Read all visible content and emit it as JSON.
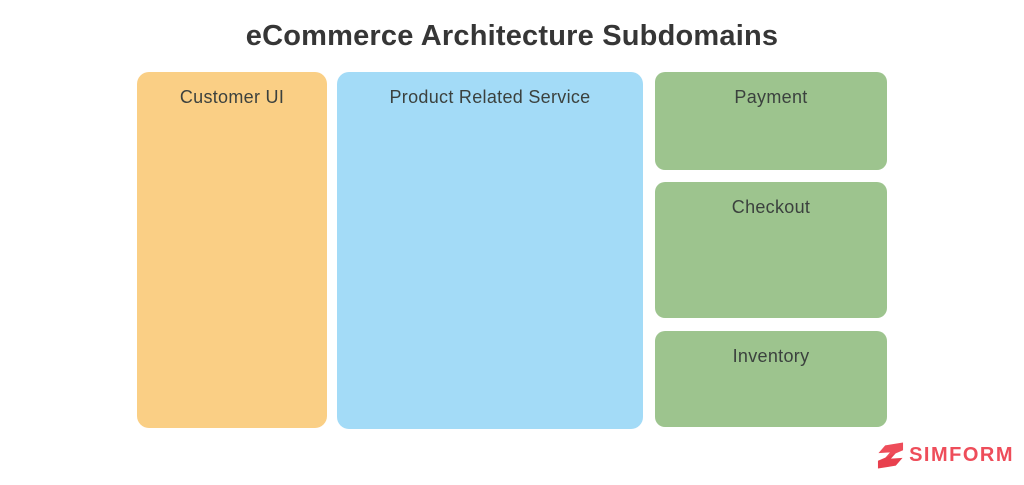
{
  "title": "eCommerce Architecture Subdomains",
  "diagram": {
    "blocks": [
      {
        "id": "customer-ui",
        "label": "Customer UI",
        "color": "#FACF85"
      },
      {
        "id": "product-related-service",
        "label": "Product Related Service",
        "color": "#A3DBF7"
      },
      {
        "id": "payment",
        "label": "Payment",
        "color": "#9DC48E"
      },
      {
        "id": "checkout",
        "label": "Checkout",
        "color": "#9DC48E"
      },
      {
        "id": "inventory",
        "label": "Inventory",
        "color": "#9DC48E"
      }
    ]
  },
  "branding": {
    "logo_text": "SIMFORM",
    "logo_icon": "simform-s-icon",
    "logo_color": "#EE4D5A"
  },
  "colors": {
    "background": "#FFFFFF",
    "title_text": "#363636",
    "block_label_text": "#3B413E",
    "customer_ui_block": "#FACF85",
    "product_service_block": "#A3DBF7",
    "subdomain_blocks": "#9DC48E",
    "brand_red": "#EE4D5A"
  }
}
